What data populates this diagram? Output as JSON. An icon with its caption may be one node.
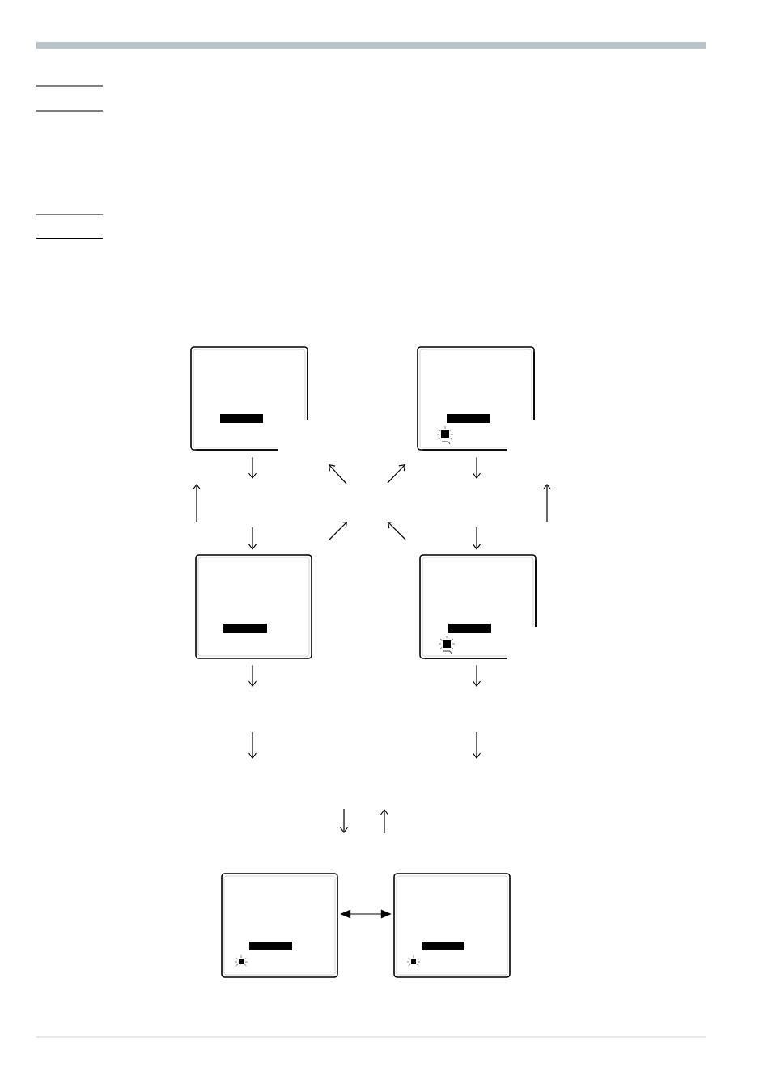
{
  "diagram": {
    "nodes": [
      {
        "text": [],
        "shape": "box"
      },
      {
        "text": [],
        "shape": "box"
      },
      {
        "text": [],
        "shape": "box"
      },
      {
        "text": [],
        "shape": "box"
      },
      {
        "text": [],
        "shape": "box"
      },
      {
        "text": [],
        "shape": "box"
      }
    ],
    "edges": [
      {
        "from": 0,
        "to": null,
        "arrow": "to"
      },
      {
        "from": null,
        "to": 2,
        "arrow": "to"
      },
      {
        "from": 1,
        "to": null,
        "arrow": "to"
      },
      {
        "from": null,
        "to": 3,
        "arrow": "to"
      },
      {
        "from": 2,
        "to": null,
        "arrow": "to"
      },
      {
        "from": 3,
        "to": null,
        "arrow": "to"
      },
      {
        "from": 4,
        "to": 5,
        "arrow": "both"
      }
    ]
  }
}
